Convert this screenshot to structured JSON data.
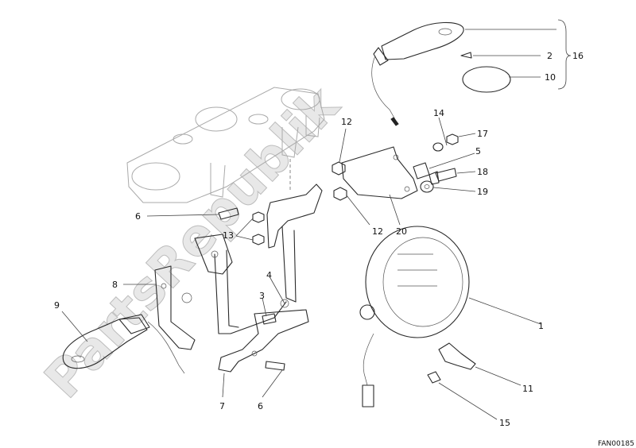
{
  "diagram": {
    "code": "FAN00185",
    "watermark": "PartsRepublik",
    "callouts": {
      "c1": "1",
      "c2": "2",
      "c3": "3",
      "c4": "4",
      "c5": "5",
      "c6a": "6",
      "c6b": "6",
      "c7": "7",
      "c8": "8",
      "c9": "9",
      "c10": "10",
      "c11": "11",
      "c12a": "12",
      "c12b": "12",
      "c13": "13",
      "c14": "14",
      "c15": "15",
      "c16": "16",
      "c17": "17",
      "c18": "18",
      "c19": "19",
      "c20": "20"
    }
  }
}
